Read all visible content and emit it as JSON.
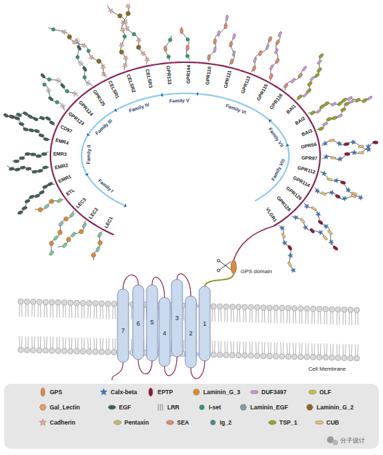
{
  "diagram": {
    "labels": [
      "LEC1",
      "LEC2",
      "LEC3",
      "ETL",
      "EMR1",
      "EMR2",
      "EMR3",
      "EMR4",
      "CD97",
      "GPR123",
      "GPR124",
      "GPR125",
      "CELSR1",
      "CELSR2",
      "CELSR3",
      "GPR133",
      "GPR144",
      "GPR110",
      "GPR111",
      "GPR113",
      "GPR115",
      "GPR116",
      "BAI1",
      "BAI2",
      "BAI3",
      "GPR56",
      "GPR97",
      "GPR112",
      "GPR114",
      "GPR126",
      "GPR128",
      "VLGR1",
      "Family I",
      "Family II",
      "Family III",
      "Family IV",
      "Family V",
      "Family VI",
      "Family VII",
      "Family VIII",
      "GPS domain",
      "Cell Membrane",
      "7",
      "6",
      "5",
      "4",
      "3",
      "2",
      "1",
      "分子设计"
    ],
    "legend": [
      {
        "text": "GPS",
        "color": "#d98c3a"
      },
      {
        "text": "Calx-beta",
        "color": "#3a78c9"
      },
      {
        "text": "EPTP",
        "color": "#8b1a3a"
      },
      {
        "text": "Laminin_G_3",
        "color": "#e08a2a"
      },
      {
        "text": "DUF3497",
        "color": "#c79ad6"
      },
      {
        "text": "OLF",
        "color": "#c8c43a"
      },
      {
        "text": "Gal_Lectin",
        "color": "#e8a060"
      },
      {
        "text": "EGF",
        "color": "#3f5f5a"
      },
      {
        "text": "LRR",
        "color": "#9a9a9a"
      },
      {
        "text": "I-set",
        "color": "#2e9e6a"
      },
      {
        "text": "Laminin_EGF",
        "color": "#7fa0a0"
      },
      {
        "text": "Laminin_G_2",
        "color": "#8a6a1a"
      },
      {
        "text": "Cadherin",
        "color": "#e8a898"
      },
      {
        "text": "Pentaxin",
        "color": "#c8b86a"
      },
      {
        "text": "SEA",
        "color": "#e08a6a"
      },
      {
        "text": "Ig_2",
        "color": "#4a8a8a"
      },
      {
        "text": "TSP_1",
        "color": "#9aa02a"
      },
      {
        "text": "CUB",
        "color": "#e8c070"
      }
    ]
  }
}
